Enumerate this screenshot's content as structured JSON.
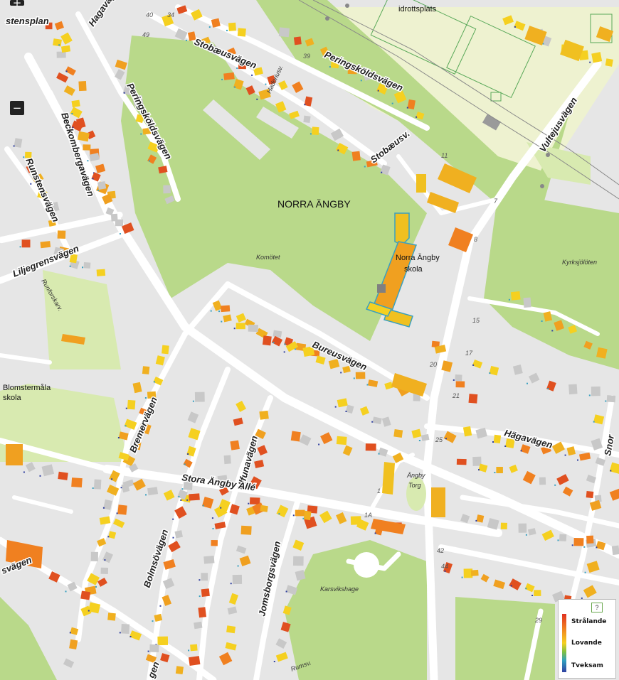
{
  "map": {
    "streets": [
      "stensplan",
      "Stobæusvägen",
      "Peringsköldsvägen",
      "Hadoriusv.",
      "Stobæusv.",
      "Vultejusvägen",
      "Beckombergavägen",
      "Peringsköldsvägen",
      "Runstensvägen",
      "Liljegrensvägen",
      "Runforskarv.",
      "Bureusvägen",
      "Hägavägen",
      "Snor",
      "Bremervägen",
      "Ulfunavägen",
      "Stora Ängby Allé",
      "Bolmsövägen",
      "Jomsborgsvägen",
      "svägen",
      "Rumsv.",
      "gen",
      "Hagavägen"
    ],
    "places": [
      "NORRA ÄNGBY"
    ],
    "parks": [
      "Komötet",
      "Kyrksjölöten",
      "Karsvikshage"
    ],
    "pois": [
      "idrottsplats",
      "Blomstermåla",
      "skola",
      "Norra Ängby",
      "skola",
      "Ängby",
      "Torg"
    ],
    "house_numbers": [
      "34",
      "39",
      "40",
      "49",
      "11",
      "7",
      "8",
      "15",
      "17",
      "20",
      "21",
      "25",
      "1A",
      "29",
      "42",
      "44",
      "1"
    ]
  },
  "controls": {
    "zoom_in": "+",
    "zoom_out": "−"
  },
  "legend": {
    "help": "?",
    "high": "Strålande",
    "mid": "Lovande",
    "low": "Tveksam"
  },
  "colors": {
    "road": "#ffffff",
    "residential": "#e6e6e6",
    "park": "#b9d98a",
    "parkLight": "#d8eab0",
    "sports": "#eef2d0",
    "building": "#c8c8c8",
    "solarHigh": "#e03020",
    "solarMid": "#f5d020",
    "solarLow": "#3040a0"
  }
}
